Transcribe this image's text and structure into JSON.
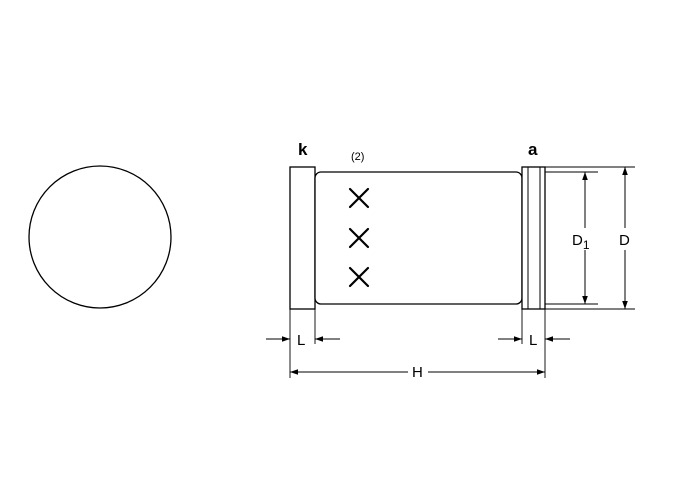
{
  "labels": {
    "cathode": "k",
    "anode": "a",
    "note": "(2)",
    "length_left": "L",
    "length_right": "L",
    "overall_length": "H",
    "diameter": "D",
    "inner_diameter_letter": "D",
    "inner_diameter_subscript": "1"
  },
  "marking": {
    "symbol": "X",
    "count": 3
  }
}
